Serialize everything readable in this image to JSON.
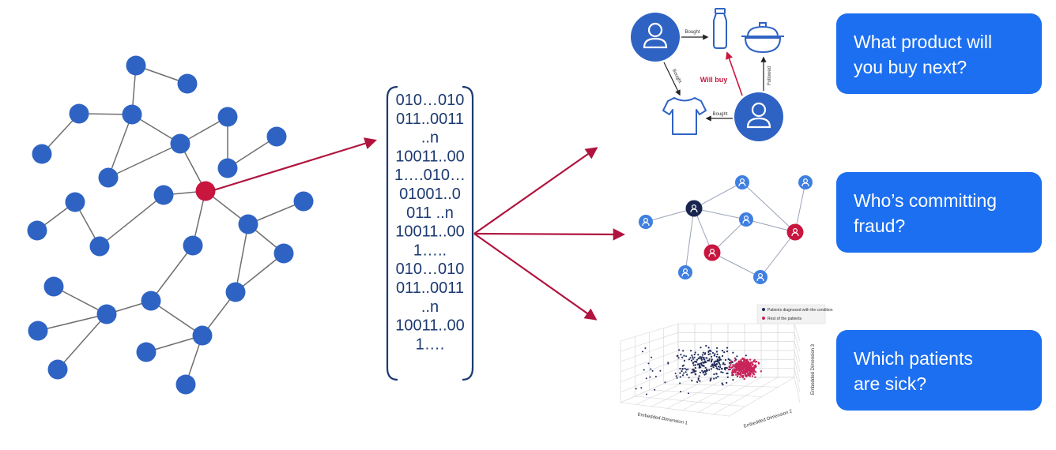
{
  "colors": {
    "node_blue": "#2f63c3",
    "node_red": "#c8163f",
    "edge_grey": "#6e6e6e",
    "arrow_red": "#b0143e",
    "bracket": "#1d3a70",
    "box_blue": "#1c6ff0",
    "box_text": "#ffffff",
    "scatter_dark": "#1e2a5a",
    "scatter_red": "#c8255b"
  },
  "embedding": {
    "lines": [
      "010…010",
      "011..0011",
      "..n",
      "10011..00",
      "1….010…",
      "01001..0",
      "011 ..n",
      "10011..00",
      "1…..",
      "010…010",
      "011..0011",
      "..n",
      "10011..00",
      "1…."
    ]
  },
  "recommendation": {
    "edge_labels": {
      "bought_top": "Bought",
      "bought_bottom": "Bought",
      "bought_left": "Bought",
      "followed": "Followed",
      "will_buy": "Will buy"
    },
    "icons": [
      "user-icon",
      "bottle-icon",
      "pot-icon",
      "tshirt-icon",
      "user-icon"
    ]
  },
  "fraud_graph": {
    "icons": [
      "user-icon",
      "fraudster-icon",
      "flagged-user-icon"
    ]
  },
  "scatter": {
    "legend": [
      "Patients diagnosed with the condition",
      "Rest of the patients"
    ],
    "axis_labels": [
      "Embedded Dimension 1",
      "Embedded Dimension 2",
      "Embedded Dimension 3"
    ]
  },
  "questions": [
    {
      "line1": "What product will",
      "line2": "you buy next?"
    },
    {
      "line1": "Who’s committing",
      "line2": "fraud?"
    },
    {
      "line1": "Which patients",
      "line2": "are sick?"
    }
  ]
}
